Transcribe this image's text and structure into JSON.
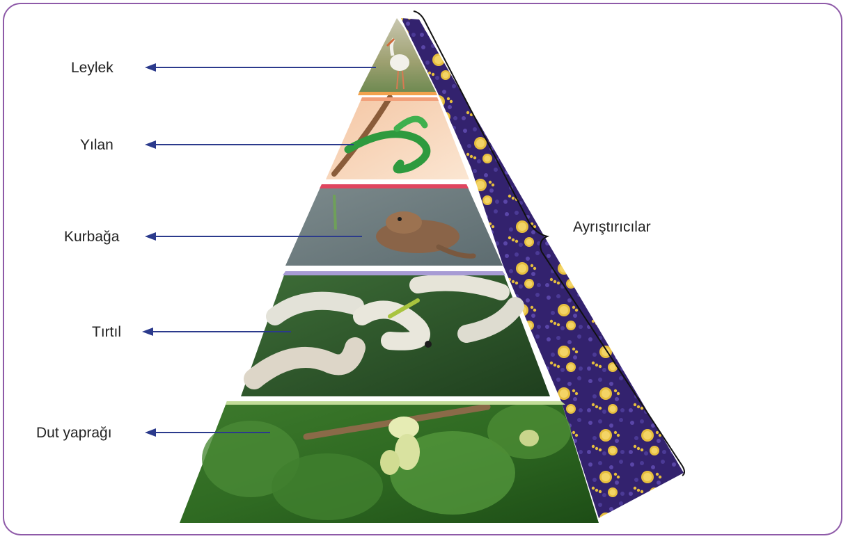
{
  "levels": [
    {
      "label": "Leylek",
      "icon": "stork-photo",
      "accent": "#f2a24e"
    },
    {
      "label": "Yılan",
      "icon": "snake-photo",
      "accent": "#f2a07a"
    },
    {
      "label": "Kurbağa",
      "icon": "frog-photo",
      "accent": "#e0455f"
    },
    {
      "label": "Tırtıl",
      "icon": "caterpillar-photo",
      "accent": "#9a8ec8"
    },
    {
      "label": "Dut yaprağı",
      "icon": "mulberry-leaf-photo",
      "accent": "#b8d890"
    }
  ],
  "decomposers": {
    "label": "Ayrıştırıcılar",
    "icon": "bacteria-texture"
  },
  "colors": {
    "frame": "#8e5aa8",
    "arrow": "#2b3a8c",
    "side_face": "#3a2a7a",
    "cell": "#e8c040"
  }
}
